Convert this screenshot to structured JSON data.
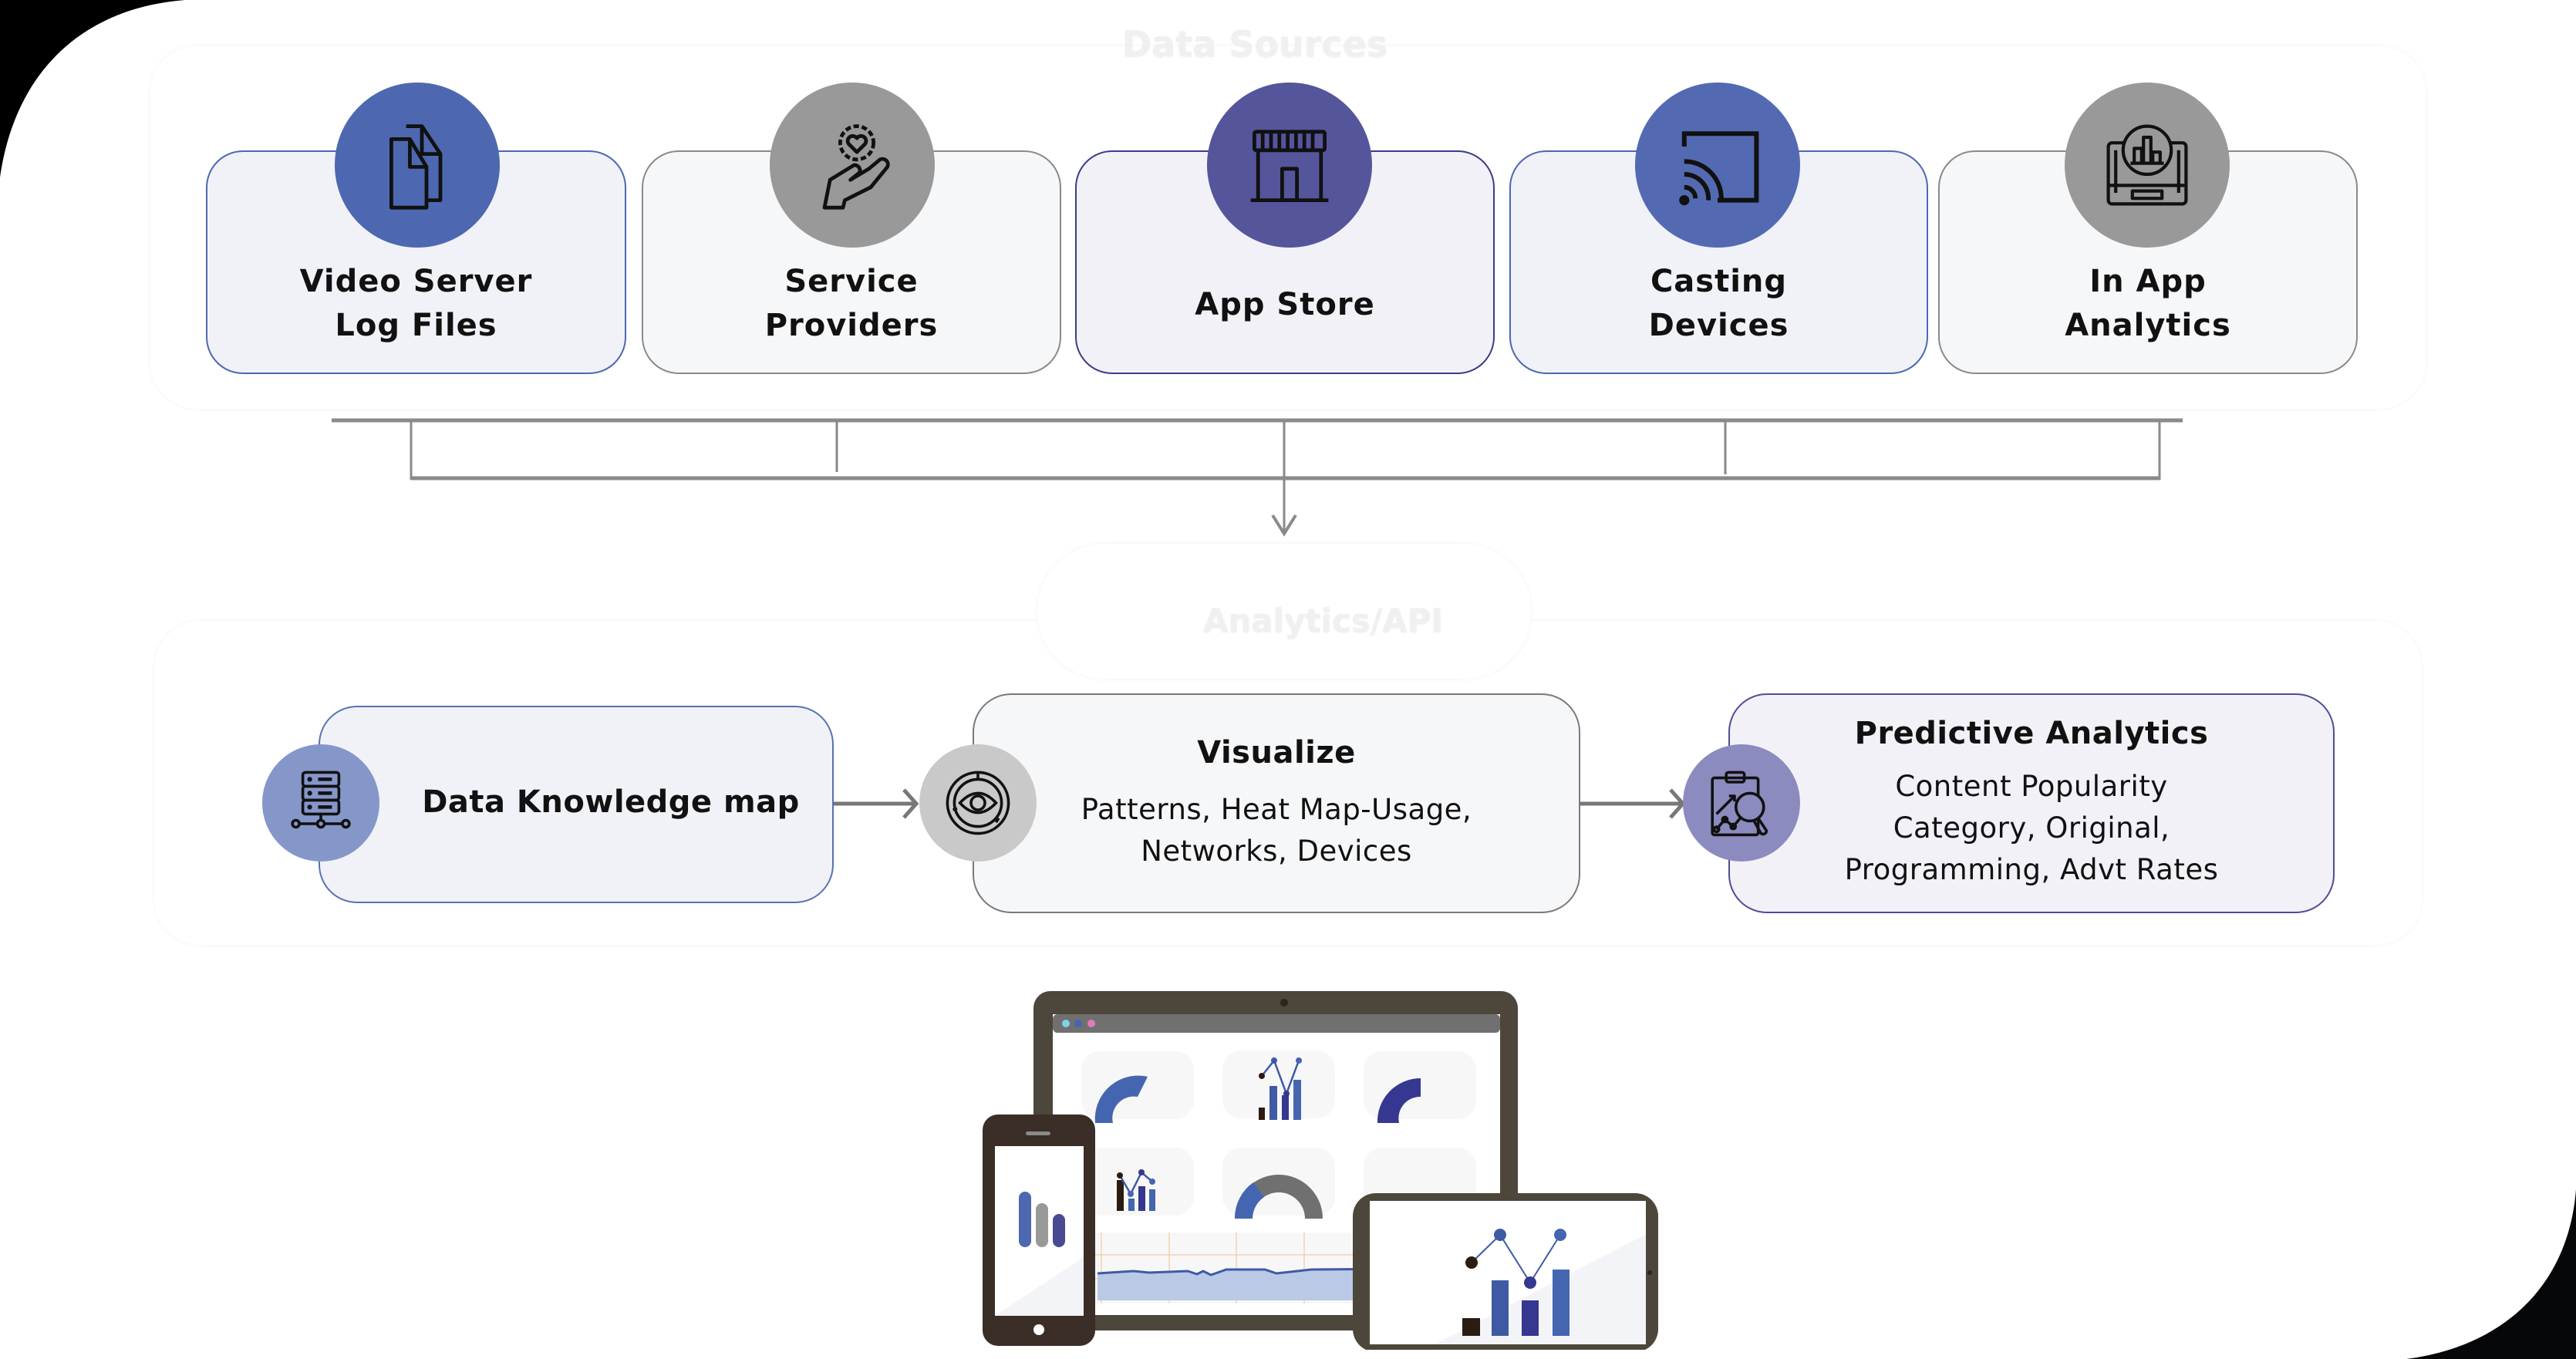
{
  "colors": {
    "blue": "#4d68b0",
    "indigo": "#55559c",
    "gray_icon": "#999999",
    "light_blue_icon": "#8596c9",
    "light_gray_icon": "#c9c9c9",
    "violet_icon": "#8b8bbf",
    "card_blue_bg": "#f0f2f8",
    "card_gray_bg": "#f6f7f9",
    "card_violet_bg": "#f2f1f8",
    "connector": "#8a8a8a"
  },
  "sections": {
    "sources_title": "Data Sources",
    "processing_title": "Analytics/API"
  },
  "sources": [
    {
      "label": "Video Server\nLog Files",
      "icon": "documents-icon",
      "style": "blue"
    },
    {
      "label": "Service\nProviders",
      "icon": "hand-gear-heart-icon",
      "style": "gray"
    },
    {
      "label": "App Store",
      "icon": "storefront-icon",
      "style": "indigo"
    },
    {
      "label": "Casting\nDevices",
      "icon": "cast-icon",
      "style": "blue"
    },
    {
      "label": "In App\nAnalytics",
      "icon": "analytics-device-icon",
      "style": "gray"
    }
  ],
  "process": [
    {
      "title": "Data Knowledge map",
      "desc": "",
      "icon": "server-network-icon"
    },
    {
      "title": "Visualize",
      "desc": "Patterns, Heat Map-Usage,\nNetworks, Devices",
      "icon": "eye-target-icon"
    },
    {
      "title": "Predictive Analytics",
      "desc": "Content Popularity\nCategory, Original,\nProgramming, Advt Rates",
      "icon": "clipboard-analysis-icon"
    }
  ],
  "devices_illustration": {
    "label": "Dashboard on multiple devices",
    "window_dots": [
      "#7fd0e8",
      "#4466b0",
      "#e07ab8"
    ]
  }
}
